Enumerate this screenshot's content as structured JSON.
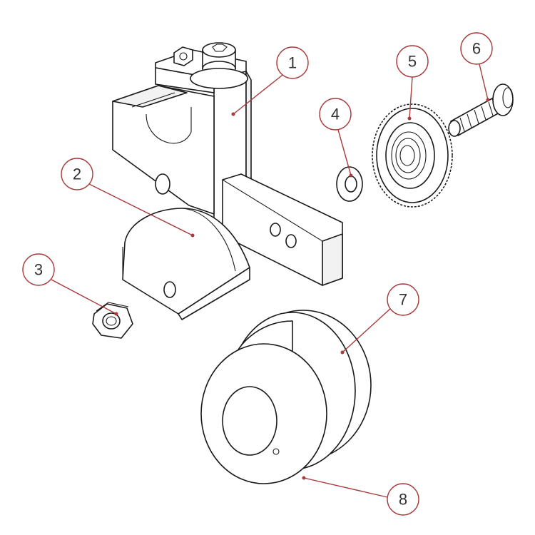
{
  "diagram": {
    "type": "exploded-assembly",
    "callouts": [
      {
        "id": "1",
        "label": "1",
        "part": "clamp-body"
      },
      {
        "id": "2",
        "label": "2",
        "part": "pivot-block"
      },
      {
        "id": "3",
        "label": "3",
        "part": "hex-nut"
      },
      {
        "id": "4",
        "label": "4",
        "part": "washer"
      },
      {
        "id": "5",
        "label": "5",
        "part": "knurled-wheel"
      },
      {
        "id": "6",
        "label": "6",
        "part": "shoulder-screw"
      },
      {
        "id": "7",
        "label": "7",
        "part": "roller-wheel"
      },
      {
        "id": "8",
        "label": "8",
        "part": "roller-groove"
      }
    ],
    "colors": {
      "line": "#1a1a1a",
      "callout": "#a83a3a",
      "callout_text": "#333333",
      "background": "#ffffff"
    }
  }
}
